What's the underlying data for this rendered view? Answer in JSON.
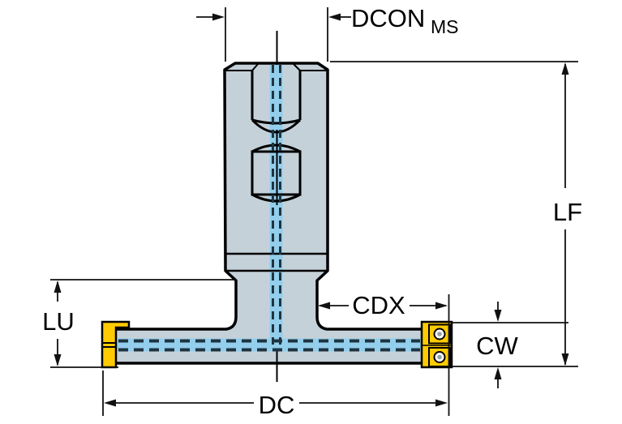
{
  "diagram": {
    "type": "tool-dimension-drawing",
    "labels": {
      "dcon": "DCON",
      "dcon_sub": "MS",
      "lf": "LF",
      "lu": "LU",
      "cdx": "CDX",
      "cw": "CW",
      "dc": "DC"
    },
    "colors": {
      "body": "#c5d1d9",
      "coolant": "#93ceec",
      "coolant_dash": "#1e3440",
      "insert": "#ffcb00",
      "hole_center": "#959fa7",
      "outline": "#000000",
      "dimension": "#111111"
    }
  }
}
